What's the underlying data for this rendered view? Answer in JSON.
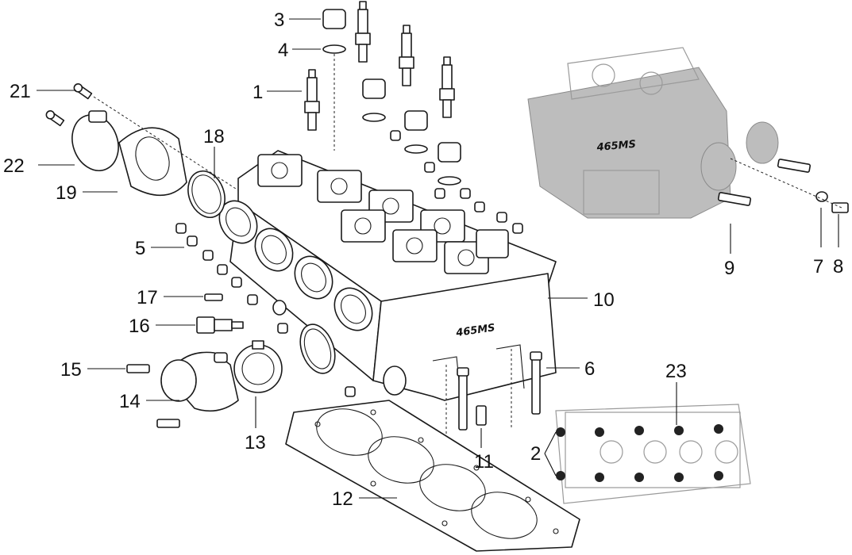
{
  "callouts": [
    {
      "id": "1",
      "label": "1"
    },
    {
      "id": "2",
      "label": "2"
    },
    {
      "id": "3",
      "label": "3"
    },
    {
      "id": "4",
      "label": "4"
    },
    {
      "id": "5",
      "label": "5"
    },
    {
      "id": "6",
      "label": "6"
    },
    {
      "id": "7",
      "label": "7"
    },
    {
      "id": "8",
      "label": "8"
    },
    {
      "id": "9",
      "label": "9"
    },
    {
      "id": "10",
      "label": "10"
    },
    {
      "id": "11",
      "label": "11"
    },
    {
      "id": "12",
      "label": "12"
    },
    {
      "id": "13",
      "label": "13"
    },
    {
      "id": "14",
      "label": "14"
    },
    {
      "id": "15",
      "label": "15"
    },
    {
      "id": "16",
      "label": "16"
    },
    {
      "id": "17",
      "label": "17"
    },
    {
      "id": "18",
      "label": "18"
    },
    {
      "id": "19",
      "label": "19"
    },
    {
      "id": "21",
      "label": "21"
    },
    {
      "id": "22",
      "label": "22"
    },
    {
      "id": "23",
      "label": "23"
    }
  ],
  "stamps": {
    "head_main": "465MS",
    "head_small": "465MS"
  }
}
